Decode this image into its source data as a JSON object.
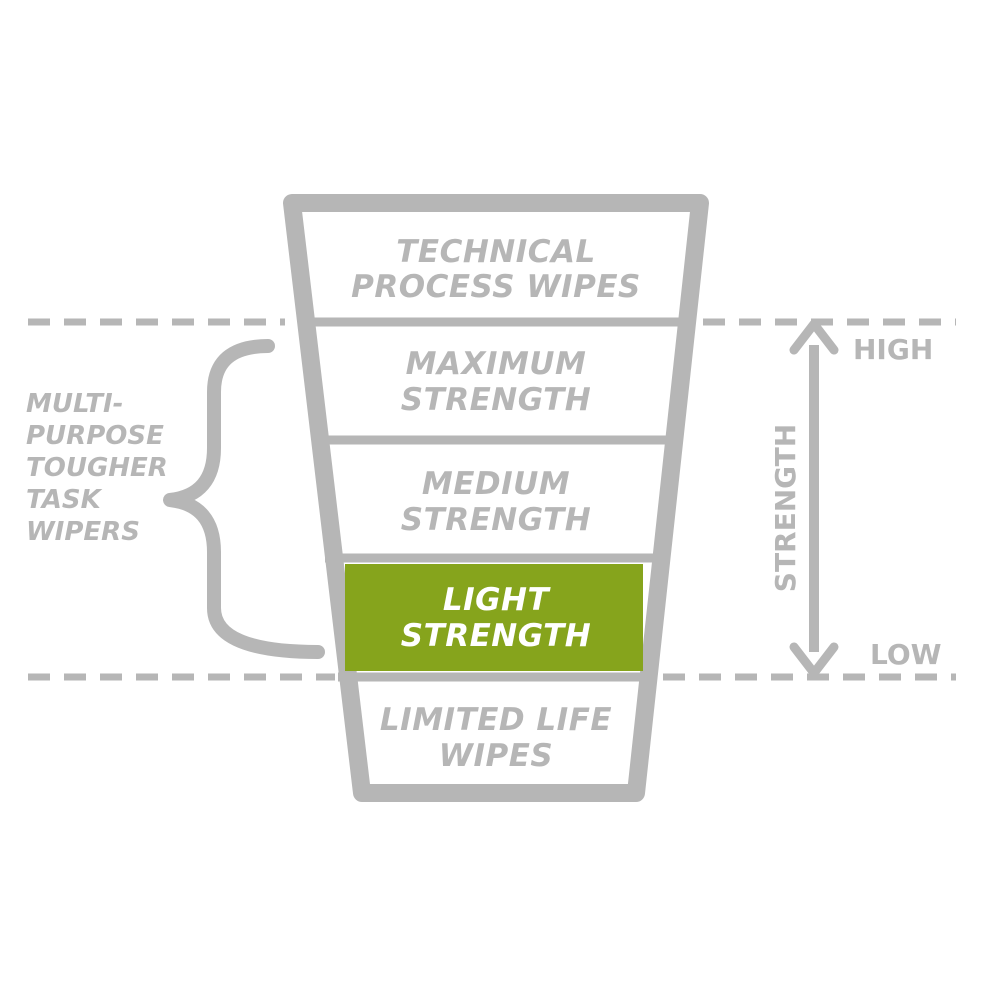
{
  "colors": {
    "gray": "#b6b6b6",
    "highlight": "#86a41c",
    "highlight_text": "#ffffff",
    "background": "#ffffff"
  },
  "tiers": [
    {
      "id": "technical",
      "lines": [
        "TECHNICAL",
        "PROCESS WIPES"
      ],
      "highlighted": false
    },
    {
      "id": "maximum",
      "lines": [
        "MAXIMUM",
        "STRENGTH"
      ],
      "highlighted": false
    },
    {
      "id": "medium",
      "lines": [
        "MEDIUM",
        "STRENGTH"
      ],
      "highlighted": false
    },
    {
      "id": "light",
      "lines": [
        "LIGHT",
        "STRENGTH"
      ],
      "highlighted": true
    },
    {
      "id": "limited",
      "lines": [
        "LIMITED LIFE",
        "WIPES"
      ],
      "highlighted": false
    }
  ],
  "bracket": {
    "lines": [
      "MULTI-",
      "PURPOSE",
      "TOUGHER",
      "TASK",
      "WIPERS"
    ]
  },
  "axis": {
    "label": "STRENGTH",
    "high": "HIGH",
    "low": "LOW"
  }
}
